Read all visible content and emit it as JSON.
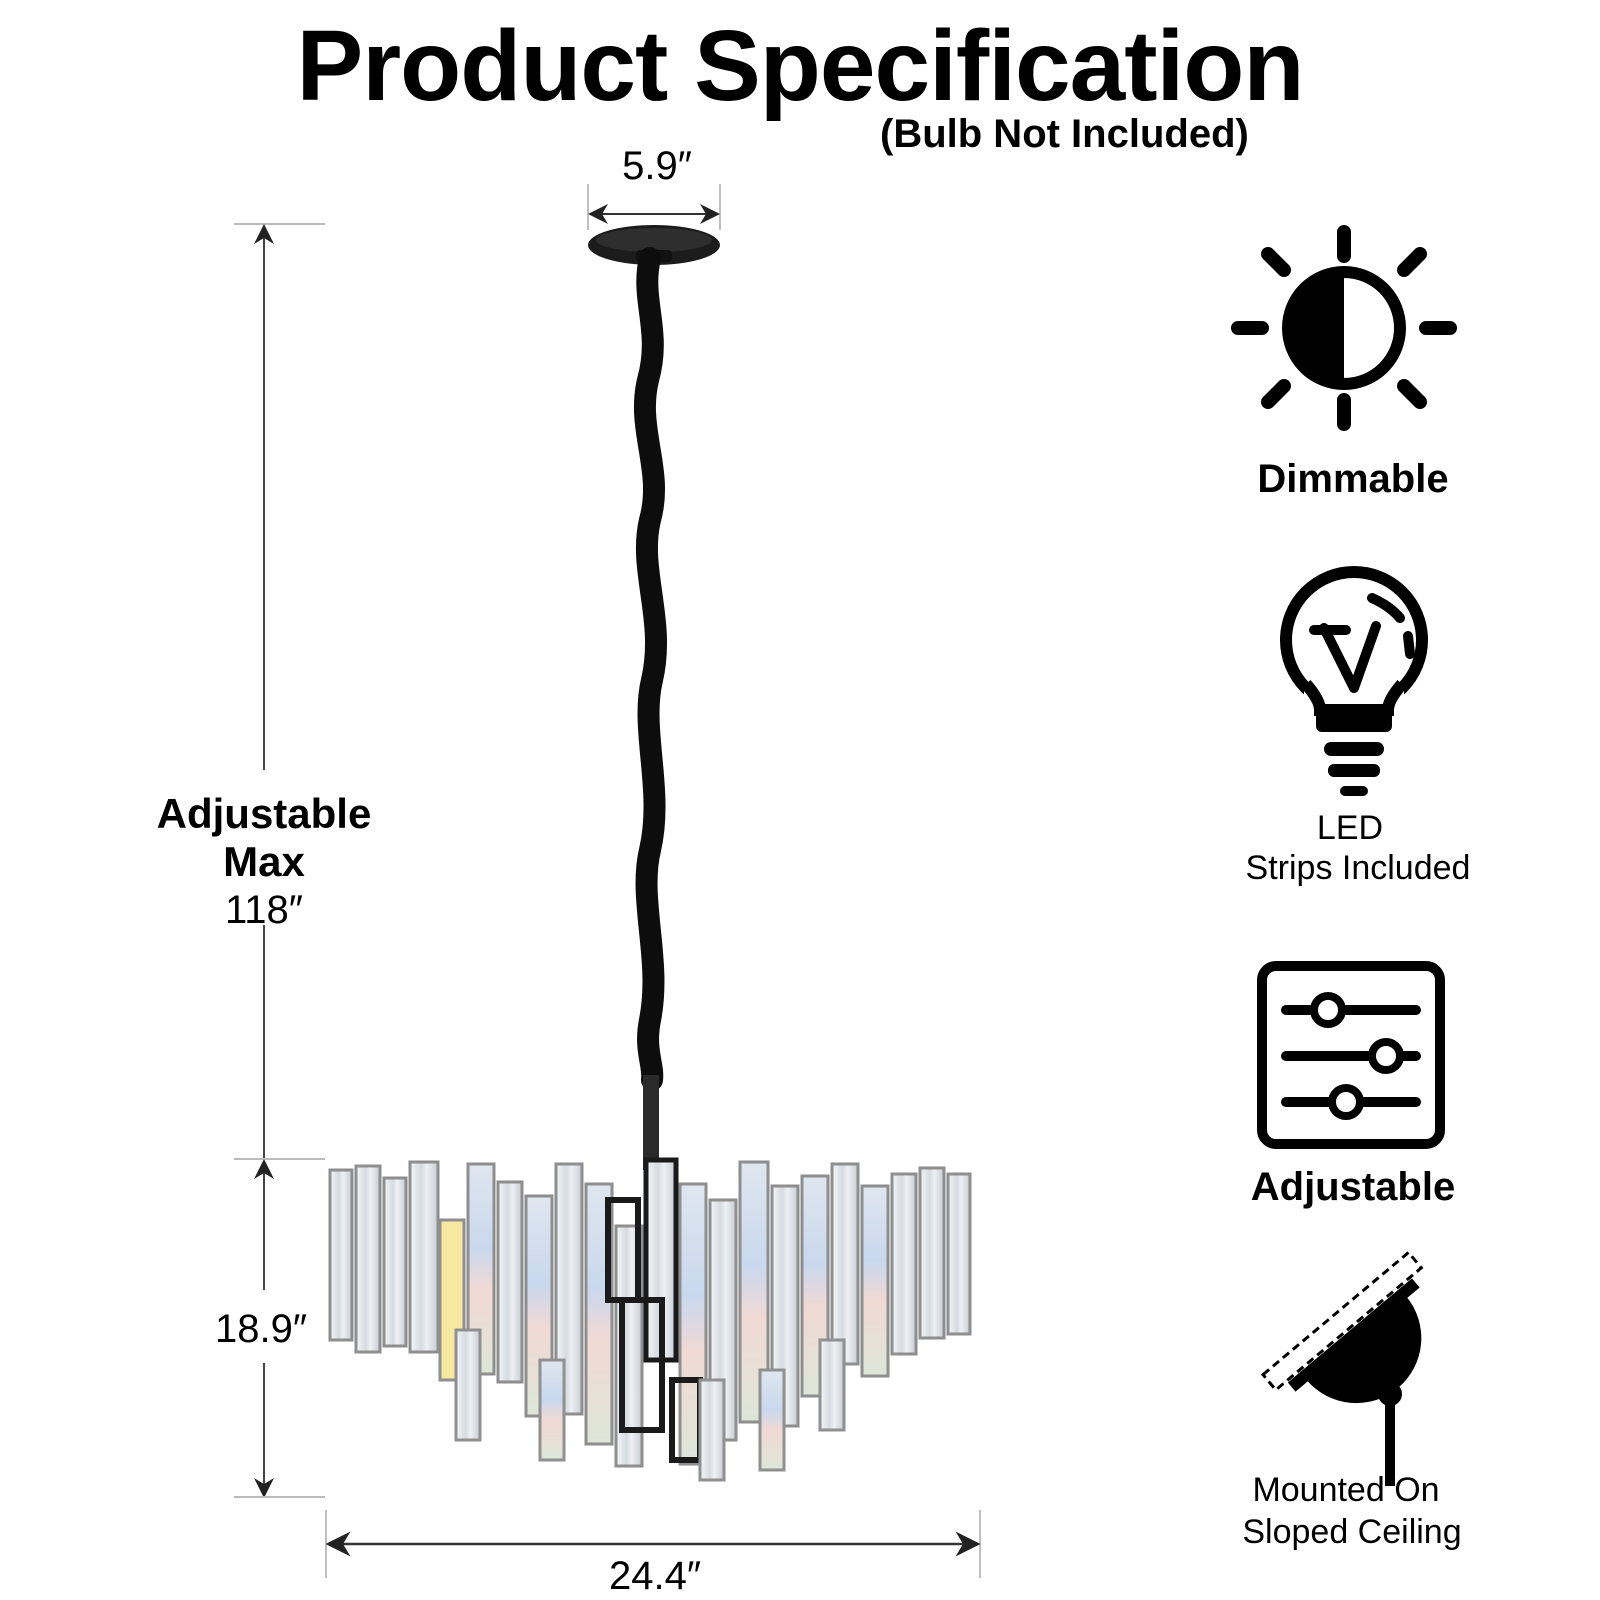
{
  "header": {
    "title": "Product Specification",
    "subtitle": "(Bulb Not Included)"
  },
  "dimensions": {
    "canopy_width": "5.9″",
    "adjustable_line1": "Adjustable",
    "adjustable_line2": "Max",
    "max_height": "118″",
    "body_height": "18.9″",
    "body_width": "24.4″"
  },
  "features": [
    {
      "icon": "half-sun-icon",
      "label": "Dimmable"
    },
    {
      "icon": "led-bulb-icon",
      "label_line1": "LED",
      "label_line2": "Strips Included"
    },
    {
      "icon": "sliders-icon",
      "label": "Adjustable"
    },
    {
      "icon": "sloped-ceiling-mount-icon",
      "label_line1": "Mounted On",
      "label_line2": "Sloped Ceiling"
    }
  ],
  "product": {
    "name": "crystal-chandelier",
    "colors": {
      "frame": "#1a1a1a",
      "chrome": "#9a9a9a",
      "crystal": "#e8ecf0"
    }
  }
}
